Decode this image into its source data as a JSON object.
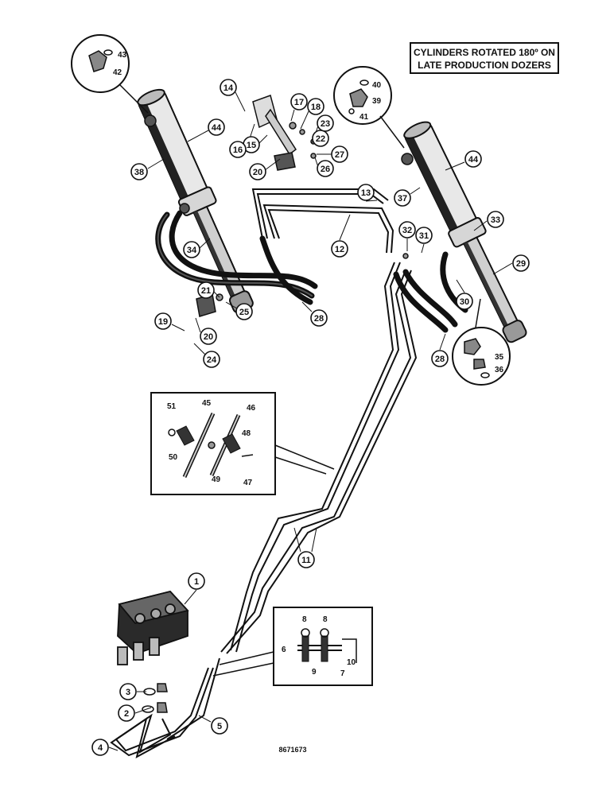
{
  "note": {
    "line1": "CYLINDERS ROTATED 180º ON",
    "line2": "LATE PRODUCTION DOZERS"
  },
  "drawing_number": "8671673",
  "callouts": {
    "c1": "1",
    "c2": "2",
    "c3": "3",
    "c4": "4",
    "c5": "5",
    "c11": "11",
    "c12": "12",
    "c13": "13",
    "c14": "14",
    "c15": "15",
    "c16": "16",
    "c17": "17",
    "c18": "18",
    "c19": "19",
    "c20a": "20",
    "c20b": "20",
    "c21": "21",
    "c22": "22",
    "c23": "23",
    "c24": "24",
    "c25": "25",
    "c26": "26",
    "c27": "27",
    "c28a": "28",
    "c28b": "28",
    "c29": "29",
    "c30": "30",
    "c31": "31",
    "c32": "32",
    "c33": "33",
    "c34": "34",
    "c37": "37",
    "c38": "38",
    "c44a": "44",
    "c44b": "44"
  },
  "bubble_labels": {
    "b42": "42",
    "b43": "43",
    "b39": "39",
    "b40": "40",
    "b41": "41",
    "b35": "35",
    "b36": "36"
  },
  "inset_clamp": {
    "n45": "45",
    "n46": "46",
    "n47": "47",
    "n48": "48",
    "n49": "49",
    "n50": "50",
    "n51": "51"
  },
  "inset_bracket": {
    "n6": "6",
    "n7": "7",
    "n8a": "8",
    "n8b": "8",
    "n9": "9",
    "n10": "10"
  }
}
